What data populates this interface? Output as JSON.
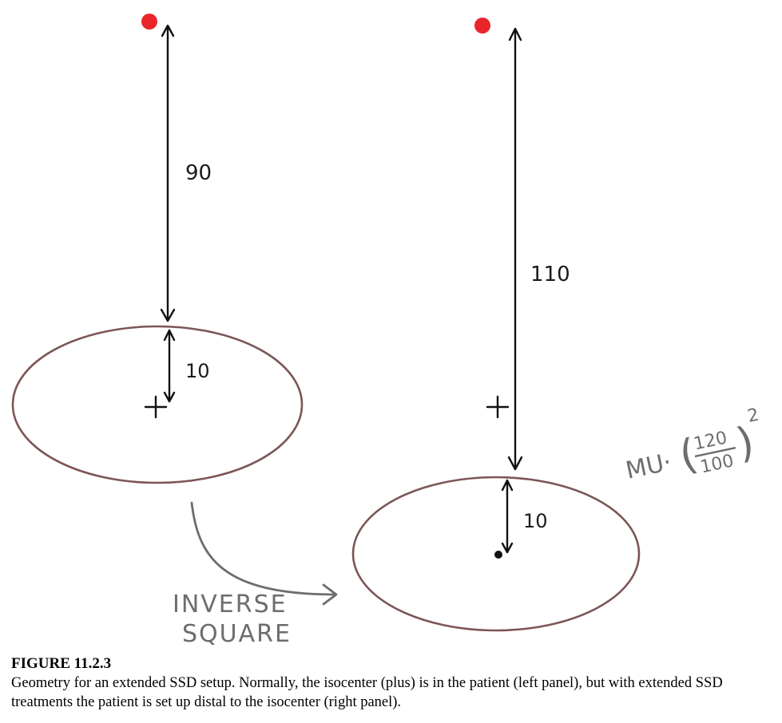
{
  "diagram": {
    "left_panel": {
      "source_distance": "90",
      "depth": "10"
    },
    "right_panel": {
      "source_distance": "110",
      "depth": "10"
    },
    "arrow_note": {
      "line1": "INVERSE",
      "line2": "SQUARE"
    },
    "formula": {
      "prefix": "MU·",
      "numerator": "120",
      "denominator": "100",
      "exponent": "2"
    },
    "colors": {
      "source": "#e8262a",
      "patient_outline": "#7b5655",
      "arrows": "#111111",
      "annotation": "#6d6d6d"
    }
  },
  "caption": {
    "label": "FIGURE 11.2.3",
    "text": "Geometry for an extended SSD setup. Normally, the isocenter (plus) is in the patient (left panel), but with extended SSD treatments the patient is set up distal to the isocenter (right panel)."
  }
}
